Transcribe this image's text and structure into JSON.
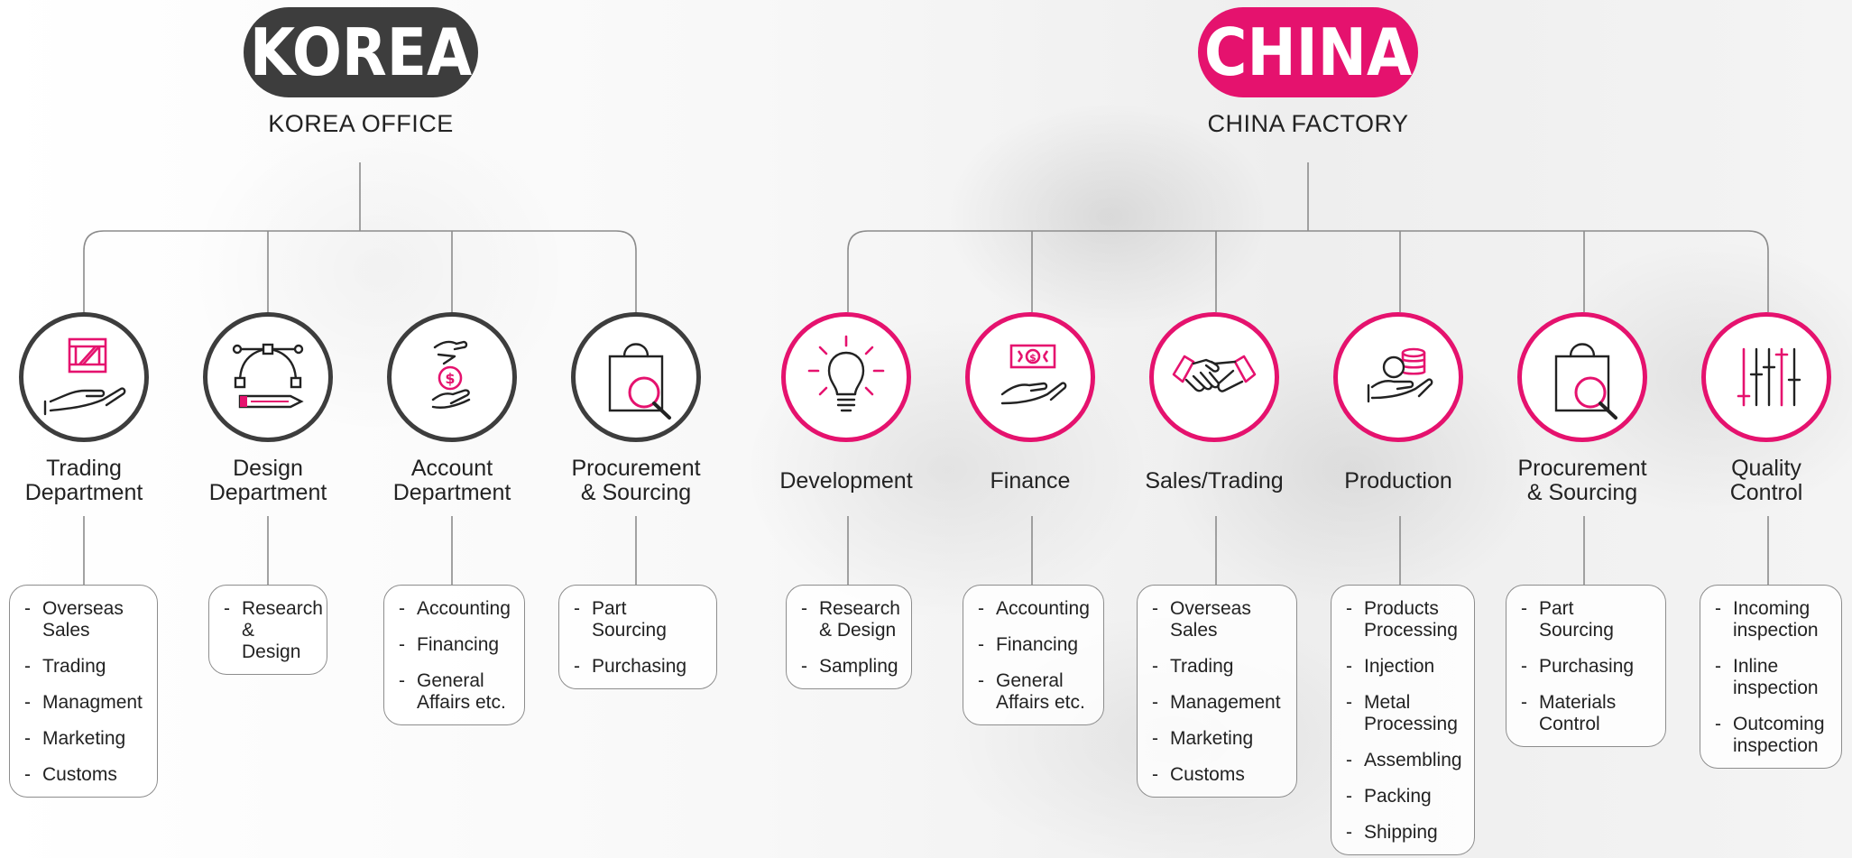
{
  "colors": {
    "korea": "#3d3d3d",
    "china": "#e5126e",
    "line": "#8c8c8c"
  },
  "korea": {
    "title": "KOREA",
    "subtitle": "KOREA OFFICE",
    "departments": [
      {
        "label": "Trading Department",
        "icon": "crate-on-hand-icon",
        "items": [
          "Overseas Sales",
          "Trading",
          "Managment",
          "Marketing",
          "Customs"
        ]
      },
      {
        "label": "Design Department",
        "icon": "bezier-pen-icon",
        "items": [
          "Research & Design"
        ]
      },
      {
        "label": "Account Department",
        "icon": "money-hand-icon",
        "items": [
          "Accounting",
          "Financing",
          "General Affairs etc."
        ]
      },
      {
        "label": "Procurement & Sourcing",
        "icon": "shopping-bag-search-icon",
        "items": [
          "Part Sourcing",
          "Purchasing"
        ]
      }
    ]
  },
  "china": {
    "title": "CHINA",
    "subtitle": "CHINA FACTORY",
    "departments": [
      {
        "label": "Development",
        "icon": "lightbulb-icon",
        "items": [
          "Research & Design",
          "Sampling"
        ]
      },
      {
        "label": "Finance",
        "icon": "banknote-hand-icon",
        "items": [
          "Accounting",
          "Financing",
          "General Affairs etc."
        ]
      },
      {
        "label": "Sales/Trading",
        "icon": "handshake-icon",
        "items": [
          "Overseas Sales",
          "Trading",
          "Management",
          "Marketing",
          "Customs"
        ]
      },
      {
        "label": "Production",
        "icon": "coins-hand-icon",
        "items": [
          "Products Processing",
          "Injection",
          "Metal Processing",
          "Assembling",
          "Packing",
          "Shipping"
        ]
      },
      {
        "label": "Procurement & Sourcing",
        "icon": "shopping-bag-search-icon",
        "items": [
          "Part Sourcing",
          "Purchasing",
          "Materials Control"
        ]
      },
      {
        "label": "Quality Control",
        "icon": "sliders-icon",
        "items": [
          "Incoming inspection",
          "Inline inspection",
          "Outcoming inspection"
        ]
      }
    ]
  }
}
